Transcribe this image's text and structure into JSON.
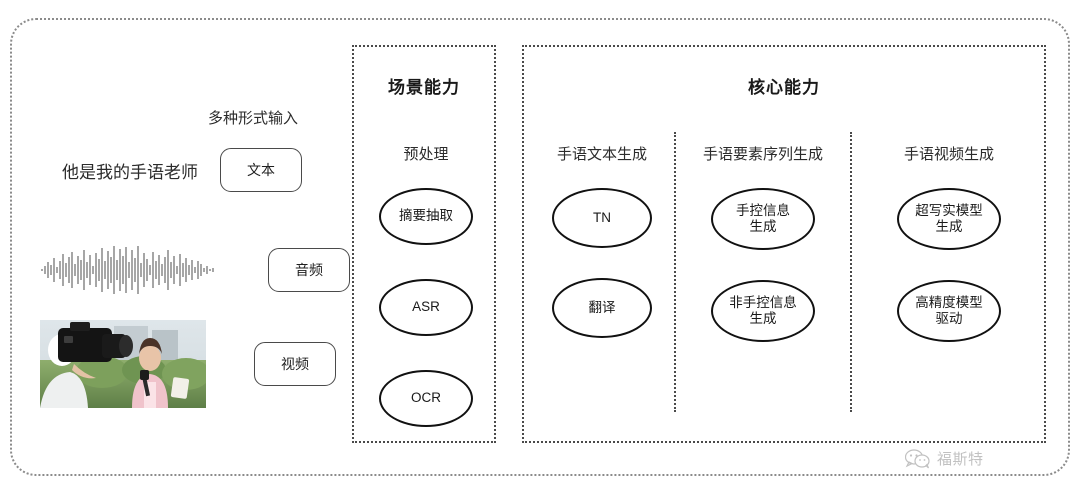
{
  "diagram": {
    "input_section": {
      "caption": "多种形式输入",
      "rows": [
        {
          "sample": "他是我的手语老师",
          "button": "文本",
          "media": "text"
        },
        {
          "sample": "",
          "button": "音频",
          "media": "waveform"
        },
        {
          "sample": "",
          "button": "视频",
          "media": "thumbnail"
        }
      ]
    },
    "scene_panel": {
      "title": "场景能力",
      "columns": [
        {
          "head": "预处理",
          "nodes": [
            "摘要抽取",
            "ASR",
            "OCR"
          ]
        }
      ]
    },
    "core_panel": {
      "title": "核心能力",
      "columns": [
        {
          "head": "手语文本生成",
          "nodes": [
            "TN",
            "翻译"
          ]
        },
        {
          "head": "手语要素序列生成",
          "nodes": [
            "手控信息\n生成",
            "非手控信息\n生成"
          ]
        },
        {
          "head": "手语视频生成",
          "nodes": [
            "超写实模型\n生成",
            "高精度模型\n驱动"
          ]
        }
      ]
    },
    "watermark": {
      "label": "福斯特",
      "icon": "wechat-bubbles-icon"
    },
    "colors": {
      "frame": "#8b8b8b",
      "panel_border": "#4a4a4a",
      "node_border": "#111111",
      "text": "#1a1a1a",
      "watermark": "#6d6d6d"
    }
  }
}
